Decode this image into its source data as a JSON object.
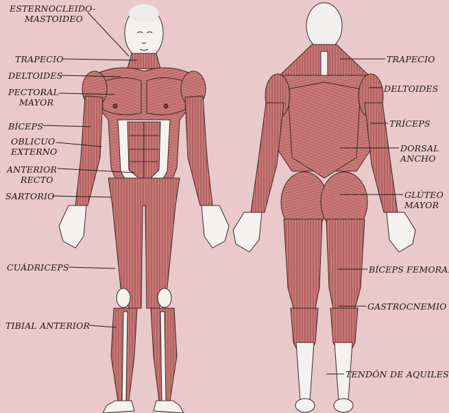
{
  "colors": {
    "background": "#e9c9c9",
    "muscle": "#c97a78",
    "muscle_dark": "#8e3f3e",
    "skin": "#f4f1ee",
    "outline": "#3a2626"
  },
  "figures": {
    "front": {
      "labels": [
        {
          "id": "esternocleido",
          "lines": [
            "ESTERNOCLEIDO-",
            "MASTOIDEO"
          ]
        },
        {
          "id": "trapecio",
          "lines": [
            "TRAPECIO"
          ]
        },
        {
          "id": "deltoides",
          "lines": [
            "DELTOIDES"
          ]
        },
        {
          "id": "pectoral-mayor",
          "lines": [
            "PECTORAL",
            "MAYOR"
          ]
        },
        {
          "id": "biceps",
          "lines": [
            "BÍCEPS"
          ]
        },
        {
          "id": "oblicuo-externo",
          "lines": [
            "OBLICUO",
            "EXTERNO"
          ]
        },
        {
          "id": "anterior-recto",
          "lines": [
            "ANTERIOR",
            "RECTO"
          ]
        },
        {
          "id": "sartorio",
          "lines": [
            "SARTORIO"
          ]
        },
        {
          "id": "cuadriceps",
          "lines": [
            "CUÁDRICEPS"
          ]
        },
        {
          "id": "tibial-anterior",
          "lines": [
            "TIBIAL ANTERIOR"
          ]
        }
      ]
    },
    "back": {
      "labels": [
        {
          "id": "trapecio",
          "lines": [
            "TRAPECIO"
          ]
        },
        {
          "id": "deltoides",
          "lines": [
            "DELTOIDES"
          ]
        },
        {
          "id": "triceps",
          "lines": [
            "TRÍCEPS"
          ]
        },
        {
          "id": "dorsal-ancho",
          "lines": [
            "DORSAL",
            "ANCHO"
          ]
        },
        {
          "id": "gluteo-mayor",
          "lines": [
            "GLÚTEO",
            "MAYOR"
          ]
        },
        {
          "id": "biceps-femoral",
          "lines": [
            "BÍCEPS FEMORAL"
          ]
        },
        {
          "id": "gastrocnemio",
          "lines": [
            "GASTROCNEMIO"
          ]
        },
        {
          "id": "tendon-de-aquiles",
          "lines": [
            "TENDÓN DE AQUILES"
          ]
        }
      ]
    }
  }
}
